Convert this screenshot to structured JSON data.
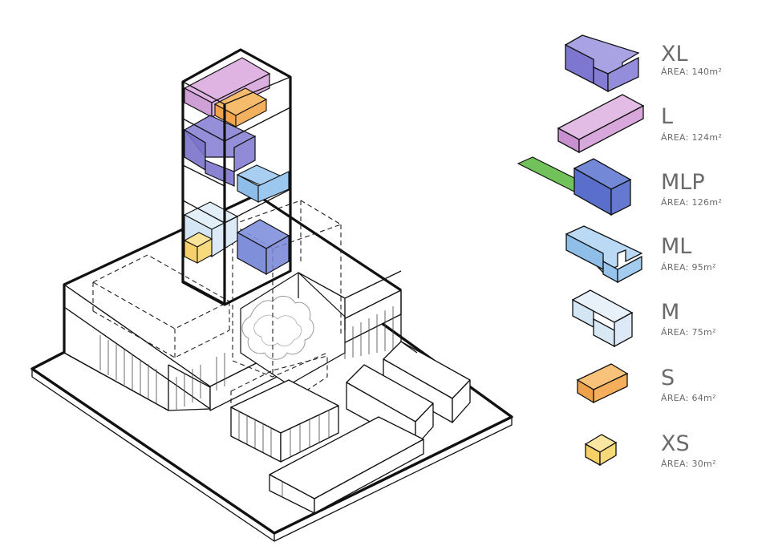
{
  "legend": [
    {
      "code": "XL",
      "area": "ÁREA: 140m²",
      "color": "#8a83d6"
    },
    {
      "code": "L",
      "area": "ÁREA: 124m²",
      "color": "#d9a7de"
    },
    {
      "code": "MLP",
      "area": "ÁREA: 126m²",
      "color": "#5f78cf"
    },
    {
      "code": "ML",
      "area": "ÁREA: 95m²",
      "color": "#9cc7ee"
    },
    {
      "code": "M",
      "area": "ÁREA: 75m²",
      "color": "#d9e9f5"
    },
    {
      "code": "S",
      "area": "ÁREA: 64m²",
      "color": "#f2a956"
    },
    {
      "code": "XS",
      "area": "ÁREA: 30m²",
      "color": "#f8d977"
    }
  ],
  "accent_green": "#71c25a"
}
